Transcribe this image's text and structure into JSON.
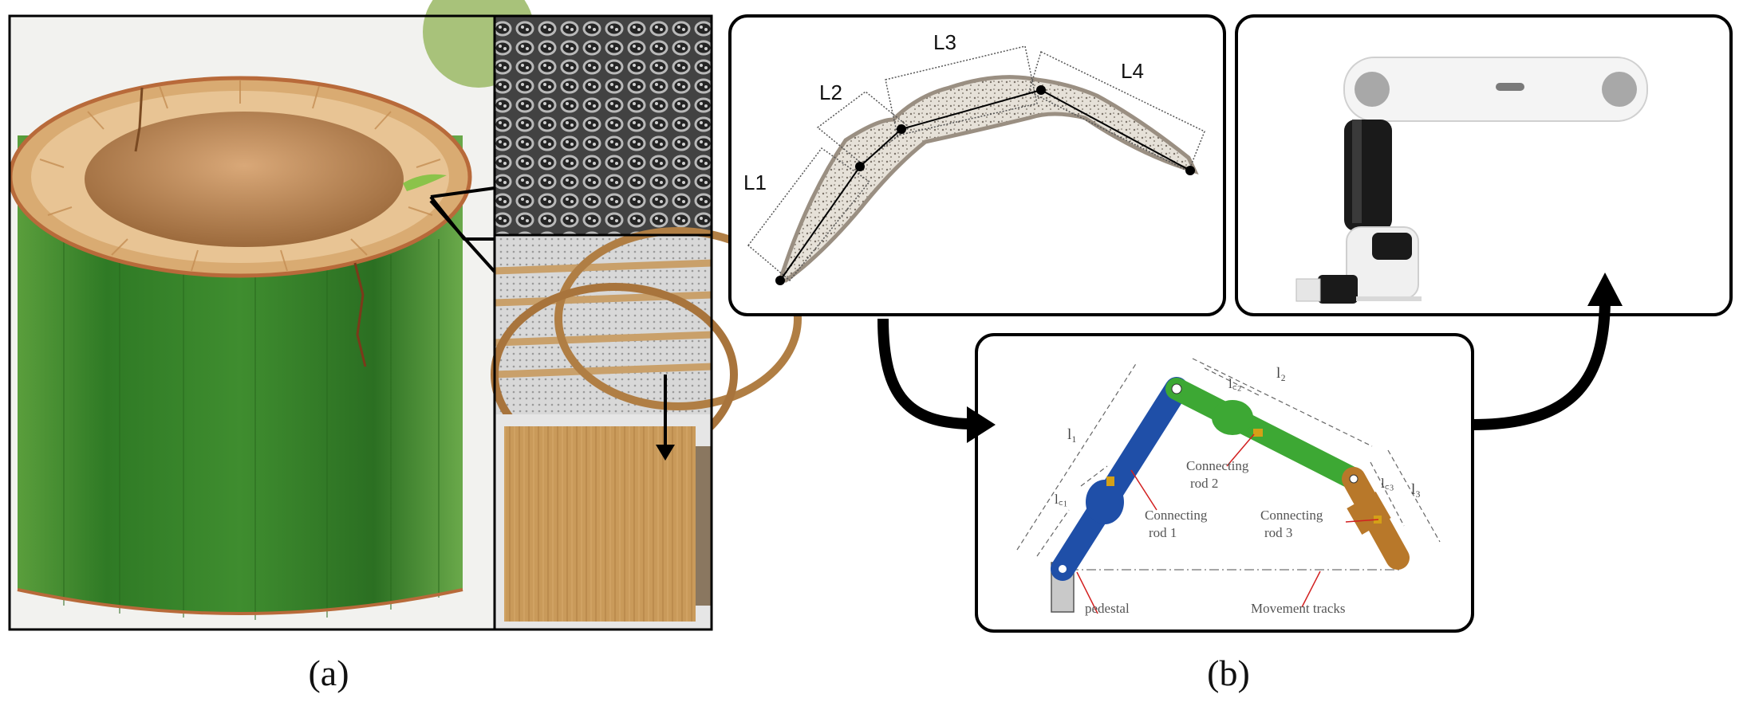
{
  "panel_a": {
    "caption": "(a)"
  },
  "panel_b": {
    "caption": "(b)",
    "finger_labels": [
      "L1",
      "L2",
      "L3",
      "L4"
    ],
    "schematic": {
      "dim_labels": [
        "l₁",
        "l꜀₁",
        "l꜀₂",
        "l₂",
        "l꜀₃",
        "l₃"
      ],
      "rod1_label_line1": "Connecting",
      "rod1_label_line2": "rod 1",
      "rod2_label_line1": "Connecting",
      "rod2_label_line2": "rod 2",
      "rod3_label_line1": "Connecting",
      "rod3_label_line2": "rod 3",
      "pedestal_label": "pedestal",
      "tracks_label": "Movement tracks"
    }
  },
  "colors": {
    "rod1": "#1f4fa8",
    "rod2": "#3da834",
    "rod3": "#b8782a",
    "bamboo_green": "#3e8a2e",
    "annotation_red": "#d22020"
  }
}
